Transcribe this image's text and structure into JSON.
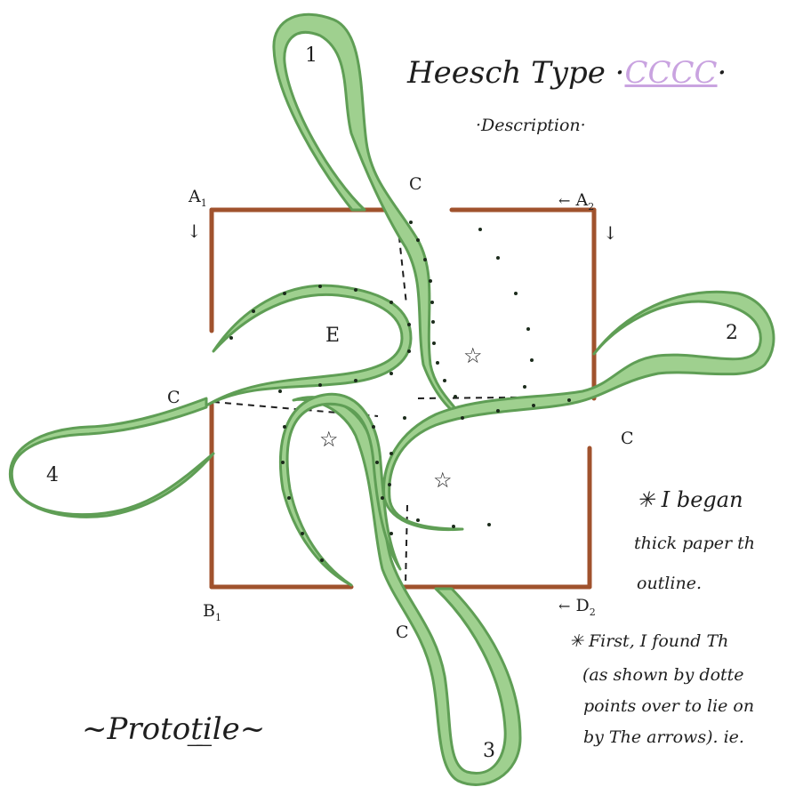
{
  "title": {
    "text": "Heesch Type",
    "type_code": "CCCC"
  },
  "subtitle": "Description",
  "lobe_numbers": [
    "1",
    "2",
    "3",
    "4"
  ],
  "region_letter": "E",
  "vertex_labels": {
    "c": "C",
    "a1": "A",
    "a1_sub": "1",
    "a2": "A",
    "a2_sub": "2",
    "b1": "B",
    "b1_sub": "1",
    "d2": "D",
    "d2_sub": "2"
  },
  "arrows": {
    "left": "←",
    "down": "↓"
  },
  "star_glyph": "☆",
  "caption": "~Protot̲i̲le~",
  "notes": {
    "line1": "✳ I began",
    "line2": "thick paper th",
    "line3": "outline.",
    "line4": "✳ First, I found Th",
    "line5": "(as shown by dotte",
    "line6": "points over to lie on",
    "line7": "by The arrows). ie."
  },
  "colors": {
    "square": "#a0522d",
    "lobe_fill": "#9fd08f",
    "lobe_edge": "#5f9e55",
    "dots": "#1b2b1b",
    "ink": "#1e1e1e",
    "type_code": "#c9a3e0"
  }
}
